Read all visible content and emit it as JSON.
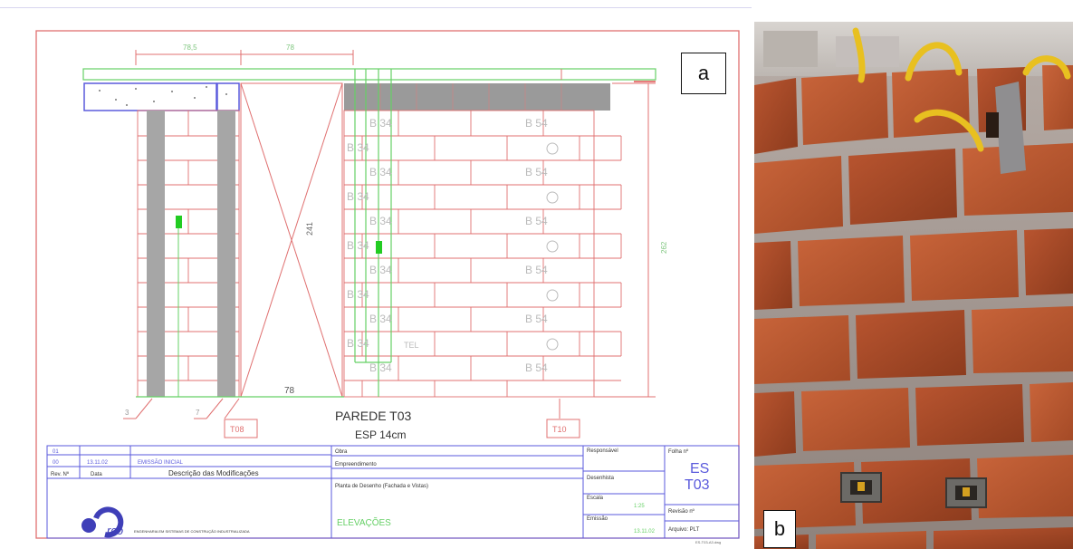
{
  "panel_labels": {
    "a": "a",
    "b": "b"
  },
  "drawing": {
    "dim_top_1": "78,5",
    "dim_top_2": "78",
    "dim_vertical_center": "241",
    "dim_vertical_right": "262",
    "dim_bottom": "78",
    "block_labels": {
      "b34": "B 34",
      "b54": "B 54",
      "tel": "TEL"
    },
    "wall_title": "PAREDE T03",
    "wall_thickness": "ESP 14cm",
    "leader_left_1": "3",
    "leader_left_2": "7",
    "tag_left": "T08",
    "tag_right": "T10",
    "title_block": {
      "rev_rows": [
        {
          "rev": "01",
          "date": "",
          "desc": ""
        },
        {
          "rev": "00",
          "date": "13.11.02",
          "desc": "EMISSÃO INICIAL"
        }
      ],
      "rev_header": {
        "rev": "Rev. Nº",
        "date": "Data",
        "desc": "Descrição das Modificações"
      },
      "obra_label": "Obra",
      "empreendimento_label": "Empreendimento",
      "planta_label": "Planta de Desenho (Fachada e Vistas)",
      "elevacoes": "ELEVAÇÕES",
      "logo_text": "rco",
      "company_text": "ENGENHARIA EM SISTEMAS DE CONSTRUÇÃO INDUSTRIALIZADA",
      "responsavel_label": "Responsável",
      "desenhista_label": "Desenhista",
      "escala_label": "Escala",
      "escala_value": "1:25",
      "emissao_label": "Emissão",
      "emissao_value": "13.11.02",
      "folha_label": "Folha nº",
      "sheet_code_1": "ES",
      "sheet_code_2": "T03",
      "revisao_label": "Revisão nº",
      "arquivo_label": "Arquivo: PLT",
      "footer_code": "ES-T03-A3.dwg"
    }
  }
}
